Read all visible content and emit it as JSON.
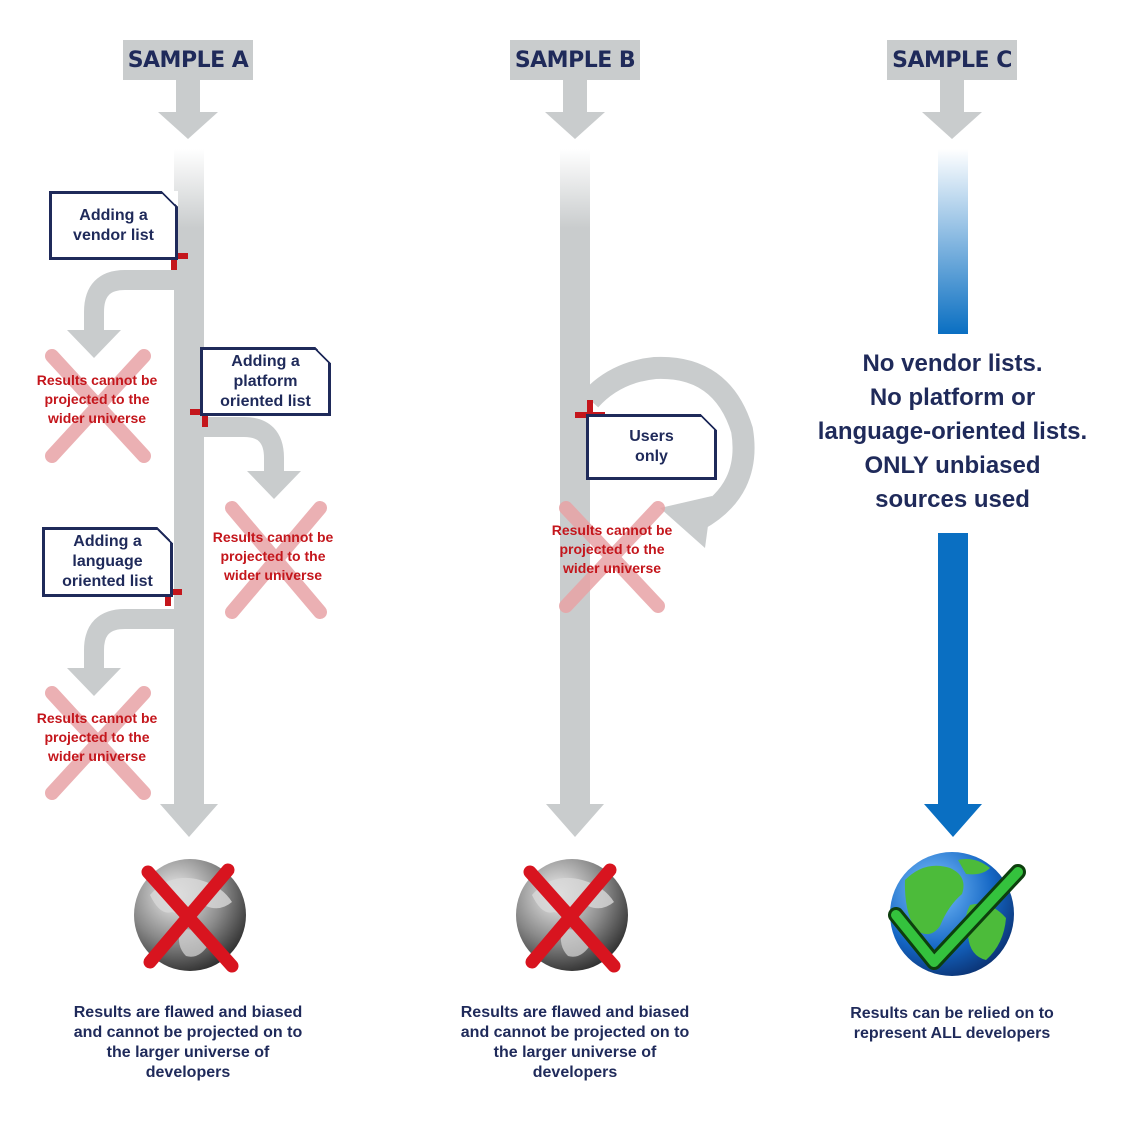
{
  "headers": [
    "SAMPLE A",
    "SAMPLE B",
    "SAMPLE C"
  ],
  "sample_a": {
    "steps": [
      {
        "label": "Adding a\nvendor list"
      },
      {
        "label": "Adding a\nplatform\noriented list"
      },
      {
        "label": "Adding a\nlanguage\noriented list"
      }
    ],
    "reject_text": "Results cannot be\nprojected to the\nwider universe",
    "caption": "Results are flawed and biased\nand cannot be projected on to\nthe larger universe of\ndevelopers"
  },
  "sample_b": {
    "step_label": "Users\nonly",
    "reject_text": "Results cannot be\nprojected to the\nwider universe",
    "caption": "Results are flawed and biased\nand cannot be projected on to\nthe larger universe of\ndevelopers"
  },
  "sample_c": {
    "statement": "No vendor lists.\nNo platform or\nlanguage-oriented lists.\nONLY unbiased\nsources used",
    "caption": "Results can be relied on to\nrepresent ALL developers"
  },
  "icons": {
    "flawed_globe": "globe-with-red-x-icon",
    "valid_globe": "globe-with-green-check-icon",
    "add": "red-plus-icon",
    "reject": "faded-red-x-icon"
  },
  "colors": {
    "navy": "#1f2a5a",
    "gray": "#c9cccd",
    "red": "#c4161c",
    "blue": "#0a6fc2",
    "green": "#3cb44b"
  }
}
